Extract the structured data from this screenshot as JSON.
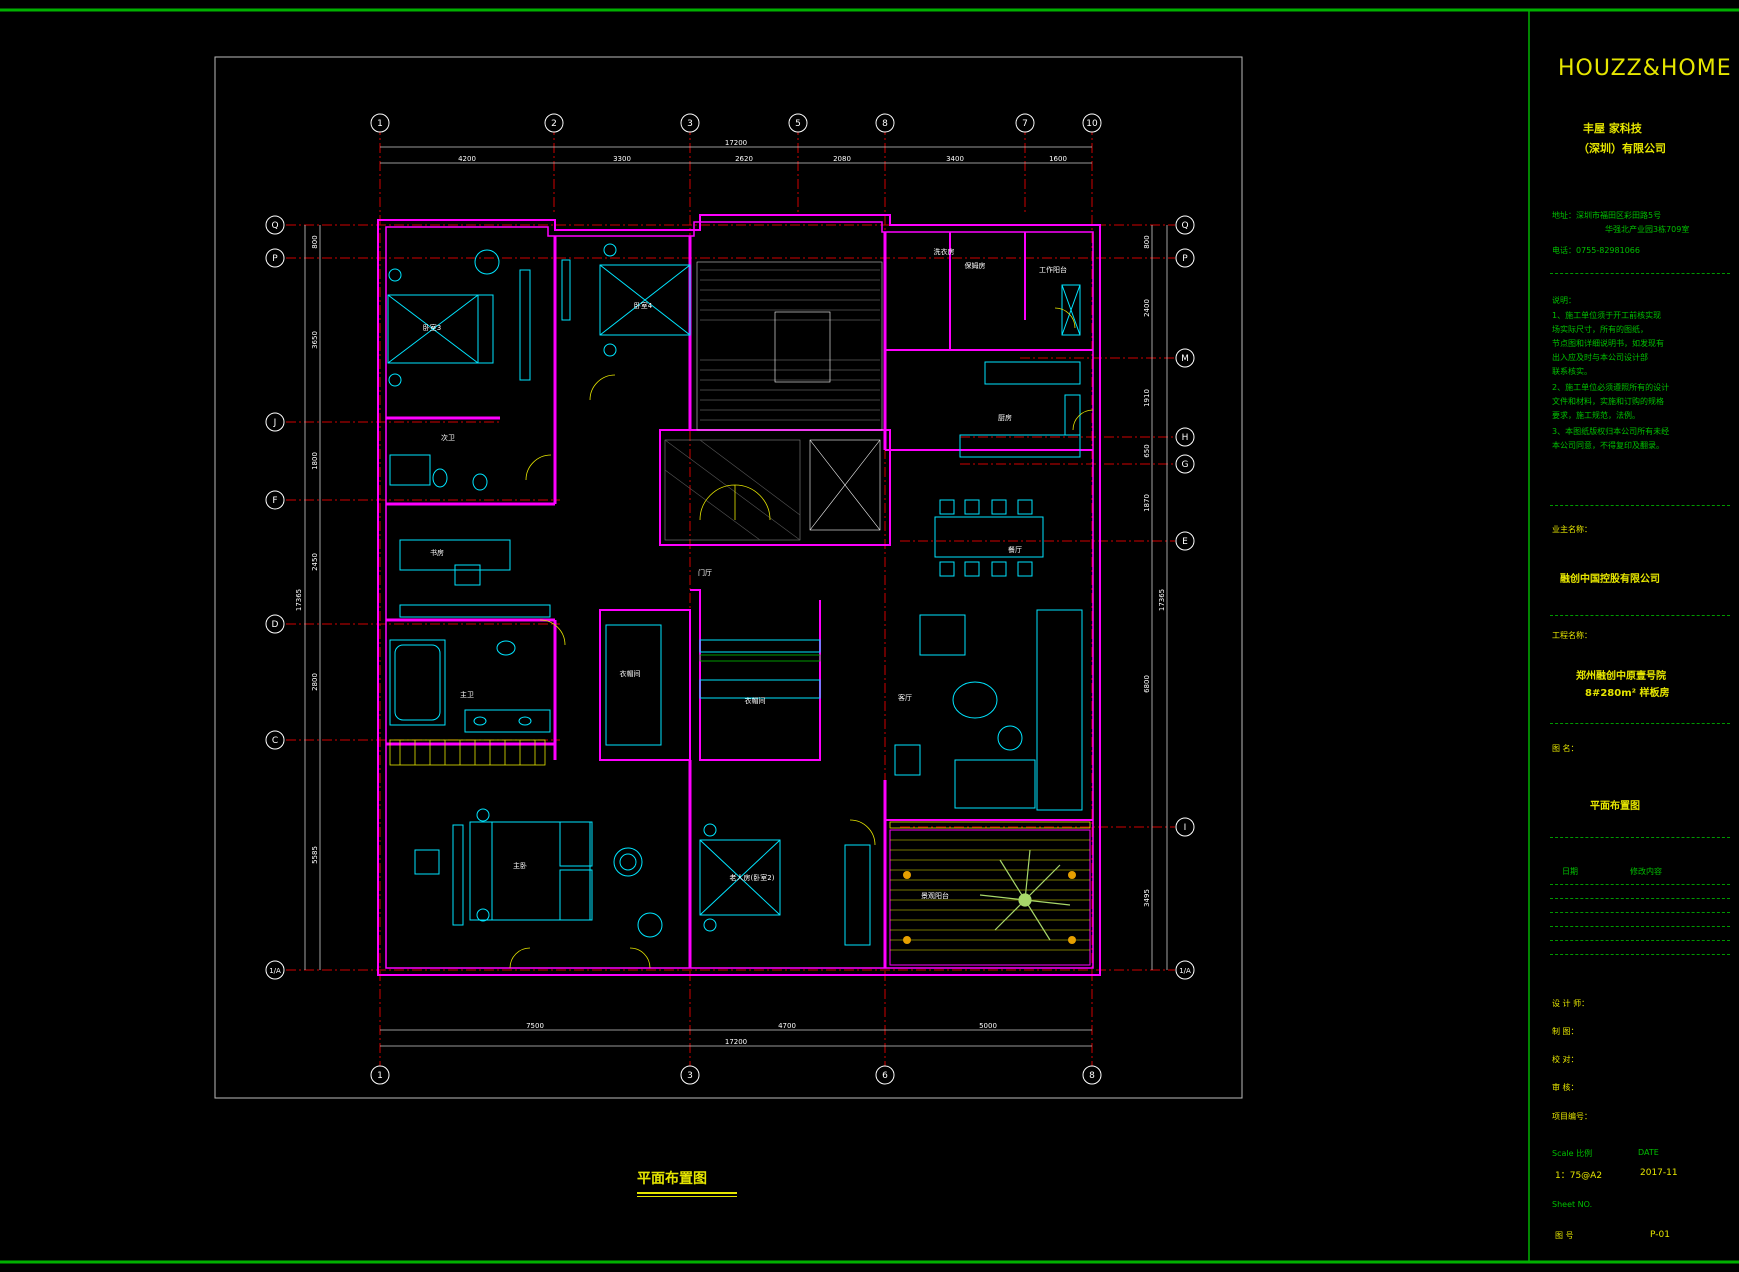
{
  "title_block": {
    "brand": "HOUZZ&HOME",
    "company_line1": "丰屋 家科技",
    "company_line2": "（深圳）有限公司",
    "address_line1": "地址：深圳市福田区彩田路5号",
    "address_line2": "华强北产业园3栋709室",
    "phone": "电话：0755-82981066",
    "notes_title": "说明：",
    "notes": [
      "1、施工单位须于开工前核实现",
      "场实际尺寸，所有的图纸，",
      "节点图和详细说明书，如发现有",
      "出入应及时与本公司设计部",
      "联系核实。",
      "2、施工单位必须遵照所有的设计",
      "文件和材料，实施和订购的规格",
      "要求，施工规范，法例。",
      "3、本图纸版权归本公司所有未经",
      "本公司同意，不得复印及翻录。"
    ],
    "client_label": "业主名称：",
    "client_value": "融创中国控股有限公司",
    "project_label": "工程名称：",
    "project_value1": "郑州融创中原壹号院",
    "project_value2": "8#280m² 样板房",
    "drawing_label": "图 名：",
    "drawing_value": "平面布置图",
    "rev_col1": "日期",
    "rev_col2": "修改内容",
    "designer_label": "设 计 师：",
    "drafter_label": "制 图：",
    "checker_label": "校 对：",
    "approver_label": "审 核：",
    "project_no_label": "项目编号：",
    "scale_label": "Scale 比例",
    "date_label": "DATE",
    "scale_value": "1：75@A2",
    "date_value": "2017-11",
    "sheet_label": "Sheet NO.",
    "sheet_sub": "图 号",
    "sheet_value": "P-01"
  },
  "plan": {
    "title": "平面布置图",
    "top_axes": [
      "1",
      "2",
      "3",
      "5",
      "8",
      "7",
      "10"
    ],
    "bottom_axes": [
      "1",
      "3",
      "6",
      "8"
    ],
    "left_axes": [
      "Q",
      "P",
      "J",
      "F",
      "D",
      "C",
      "1/A"
    ],
    "right_axes": [
      "Q",
      "P",
      "M",
      "H",
      "G",
      "E",
      "I",
      "1/A"
    ],
    "top_total": "17200",
    "top_dims": [
      "4200",
      "3300",
      "2620",
      "2080",
      "3400",
      "1600"
    ],
    "bottom_total": "17200",
    "bottom_dims": [
      "7500",
      "4700",
      "5000"
    ],
    "left_total": "17365",
    "left_dims": [
      "800",
      "3650",
      "1800",
      "2450",
      "2800",
      "5585"
    ],
    "right_total": "17365",
    "right_dims": [
      "800",
      "2400",
      "1910",
      "650",
      "1870",
      "6800",
      "3495"
    ],
    "rooms": [
      "卧室3",
      "卧室4",
      "次卫",
      "书房",
      "主卫",
      "衣帽间",
      "主卧",
      "老人房(卧室2)",
      "餐厅",
      "客厅",
      "厨房",
      "保姆房",
      "工作阳台",
      "洗衣房",
      "景观阳台",
      "门厅",
      "衣帽间"
    ]
  }
}
